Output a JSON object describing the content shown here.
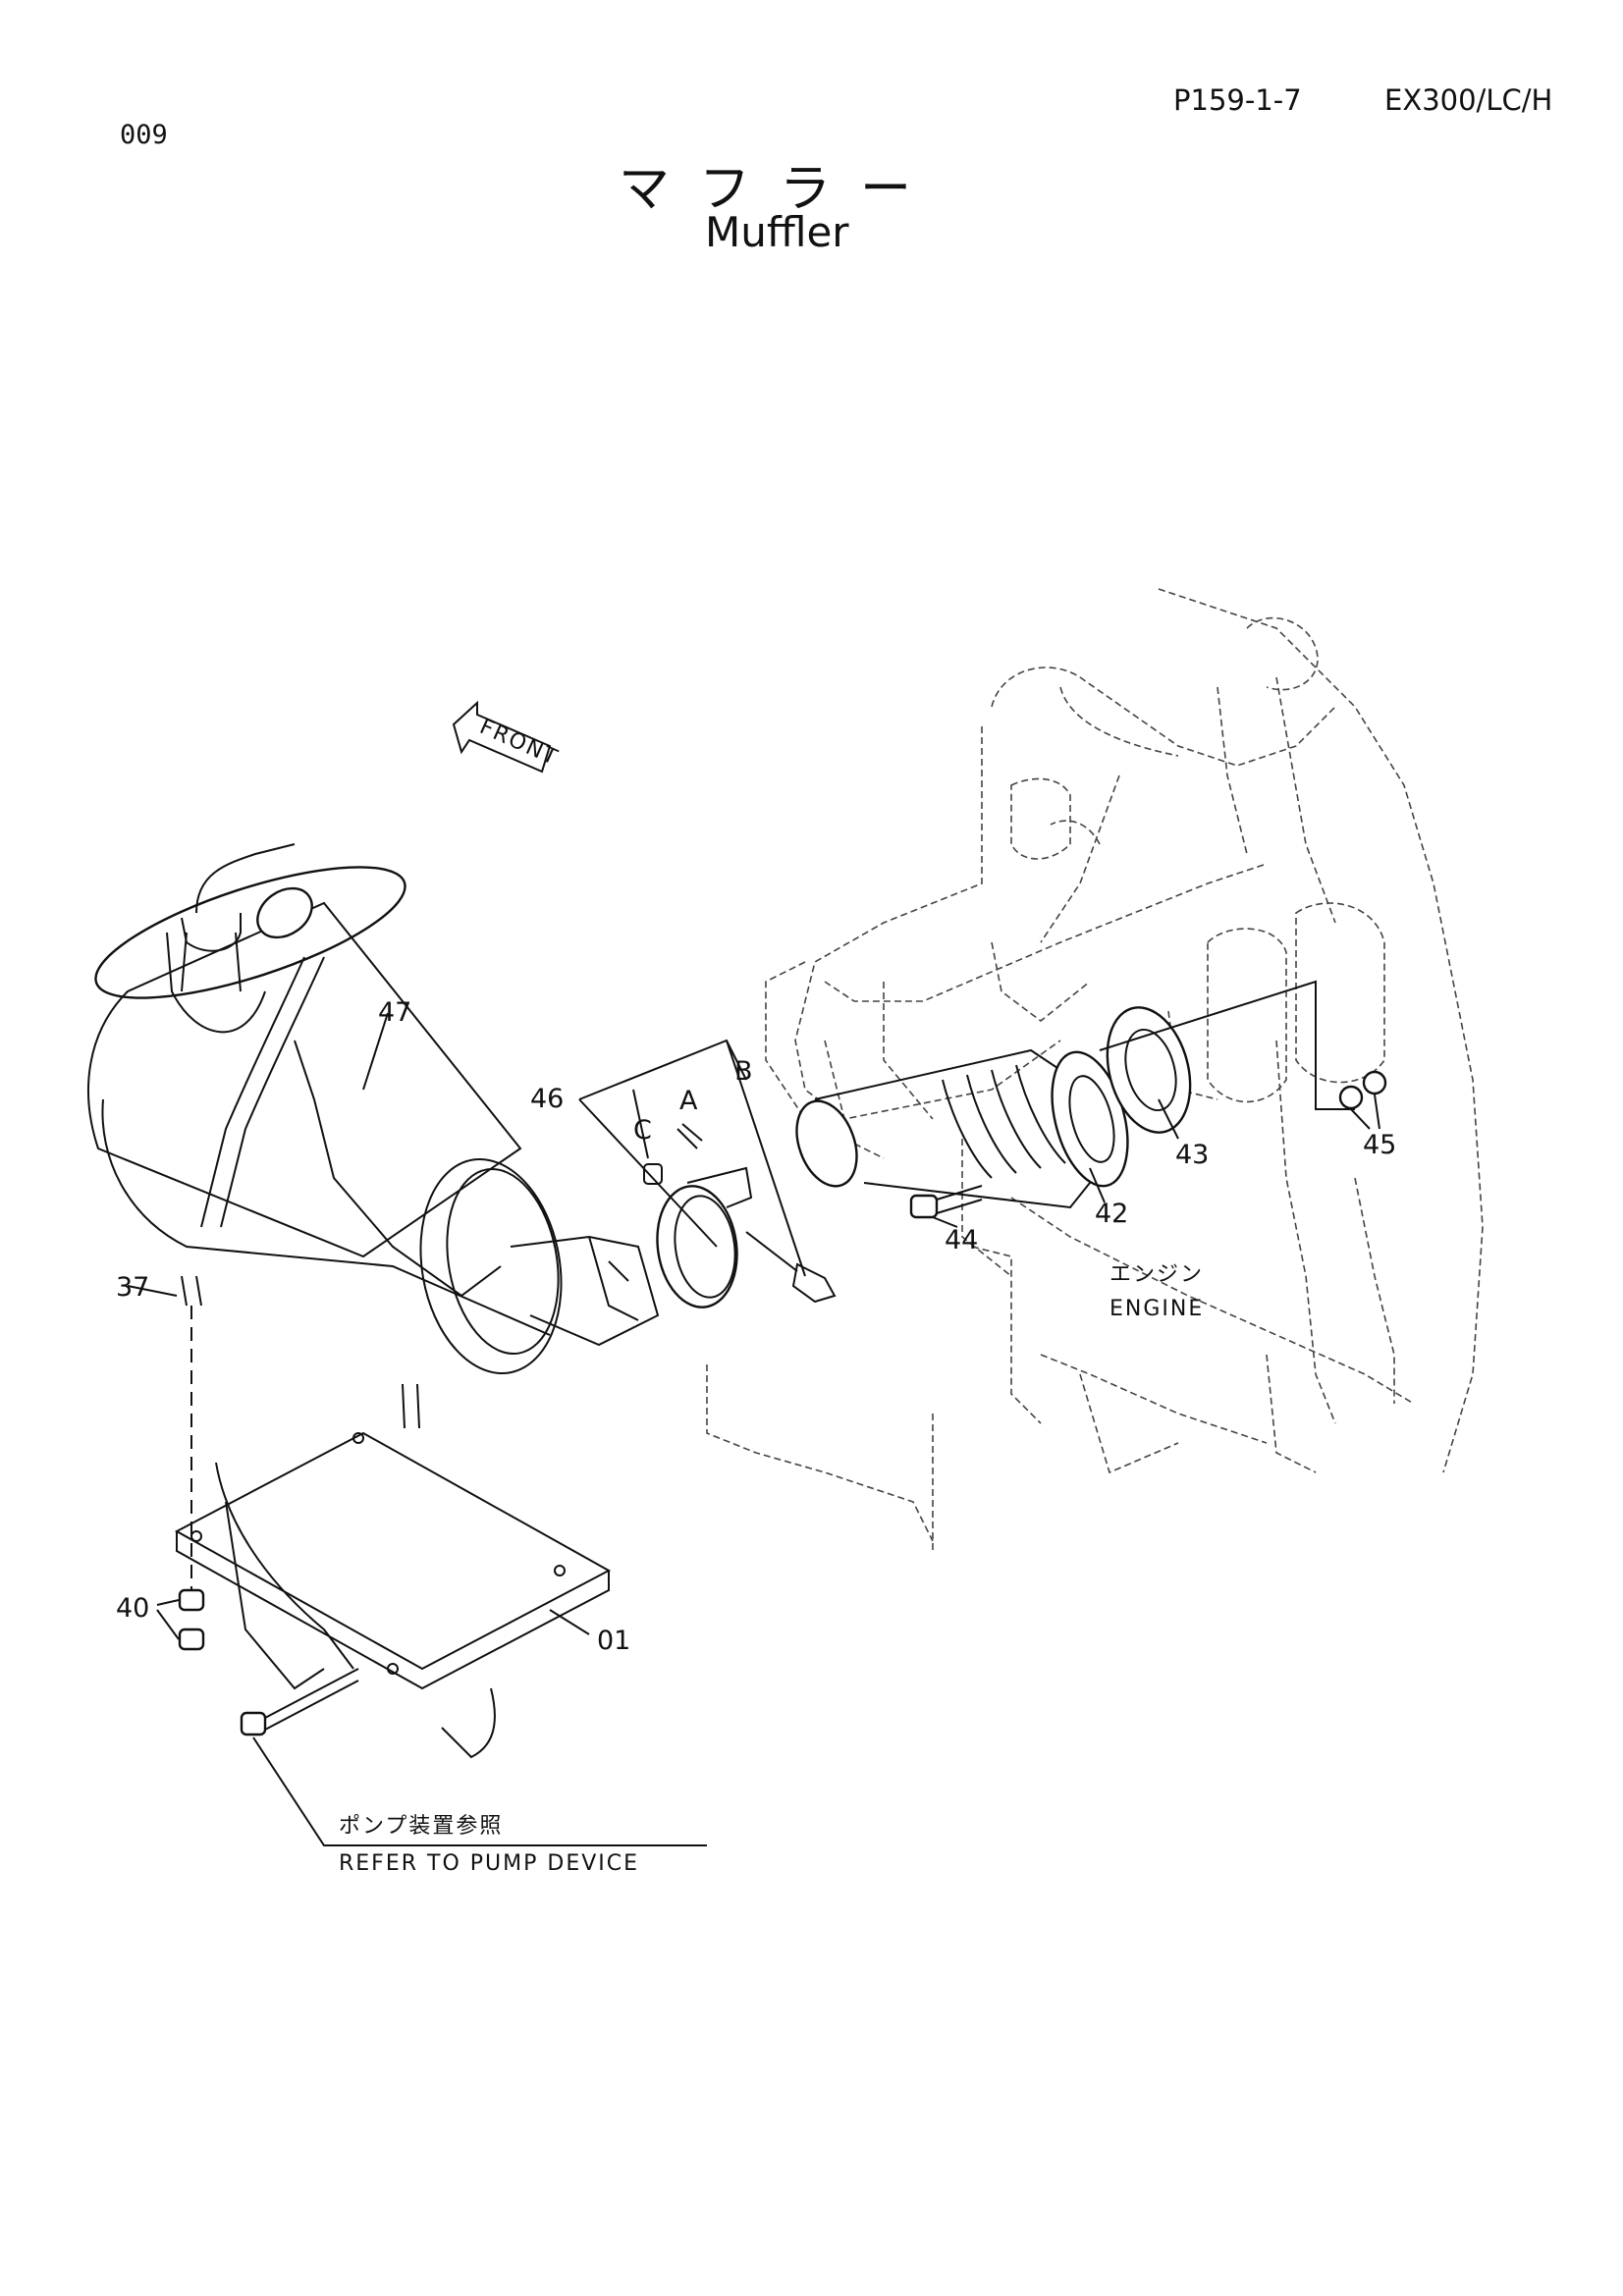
{
  "header": {
    "page_number": "009",
    "doc_code": "P159-1-7",
    "model": "EX300/LC/H",
    "title_jp": "マフラー",
    "title_en": "Muffler"
  },
  "diagram": {
    "front_label": "FRONT",
    "engine_label_jp": "エンジン",
    "engine_label_en": "ENGINE",
    "refer_jp": "ポンプ装置参照",
    "refer_en": "REFER TO PUMP DEVICE",
    "callouts": {
      "c47": "47",
      "c46": "46",
      "cA": "A",
      "cB": "B",
      "cC": "C",
      "c37": "37",
      "c40": "40",
      "c01": "01",
      "c42": "42",
      "c43": "43",
      "c44": "44",
      "c45": "45"
    }
  }
}
